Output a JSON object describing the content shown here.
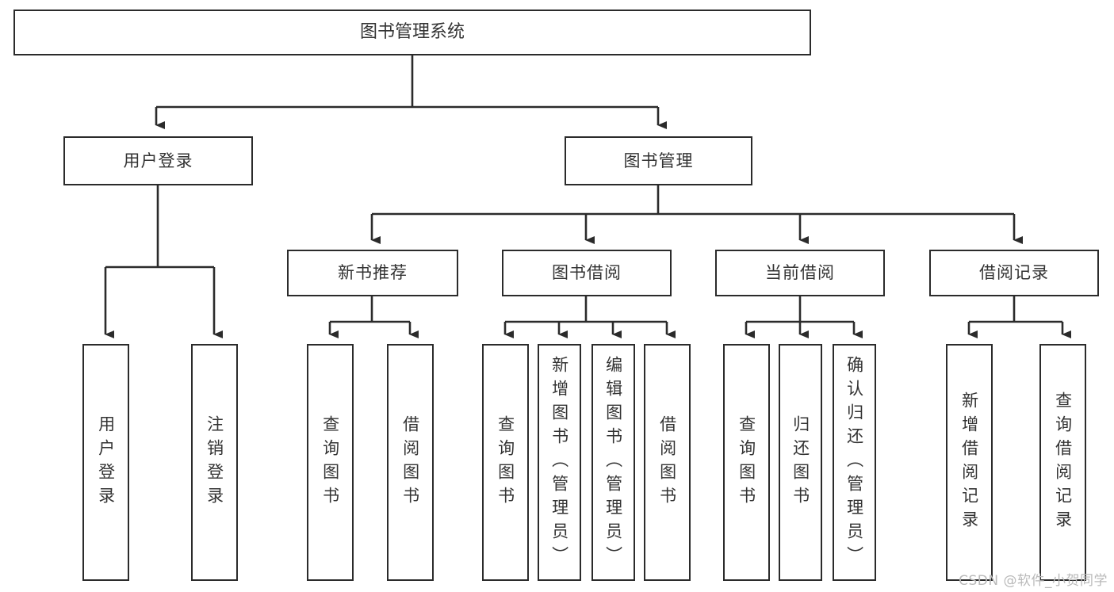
{
  "diagram": {
    "title": "图书管理系统",
    "type": "tree-hierarchy-chart",
    "root": {
      "label": "图书管理系统"
    },
    "level2": [
      {
        "label": "用户登录"
      },
      {
        "label": "图书管理"
      }
    ],
    "level3": [
      {
        "label": "新书推荐"
      },
      {
        "label": "图书借阅"
      },
      {
        "label": "当前借阅"
      },
      {
        "label": "借阅记录"
      }
    ],
    "leaves": {
      "user_login": [
        {
          "label": "用户登录"
        },
        {
          "label": "注销登录"
        }
      ],
      "new_book_recommend": [
        {
          "label": "查询图书"
        },
        {
          "label": "借阅图书"
        }
      ],
      "book_borrow": [
        {
          "label": "查询图书"
        },
        {
          "label": "新增图书（管理员）"
        },
        {
          "label": "编辑图书（管理员）"
        },
        {
          "label": "借阅图书"
        }
      ],
      "current_borrow": [
        {
          "label": "查询图书"
        },
        {
          "label": "归还图书"
        },
        {
          "label": "确认归还（管理员）"
        }
      ],
      "borrow_record": [
        {
          "label": "新增借阅记录"
        },
        {
          "label": "查询借阅记录"
        }
      ]
    }
  },
  "watermark": {
    "text": "CSDN @软件_小贺同学"
  },
  "colors": {
    "stroke": "#2b2b2b",
    "text": "#333333",
    "background": "#ffffff",
    "watermark": "#b9b9b9"
  }
}
